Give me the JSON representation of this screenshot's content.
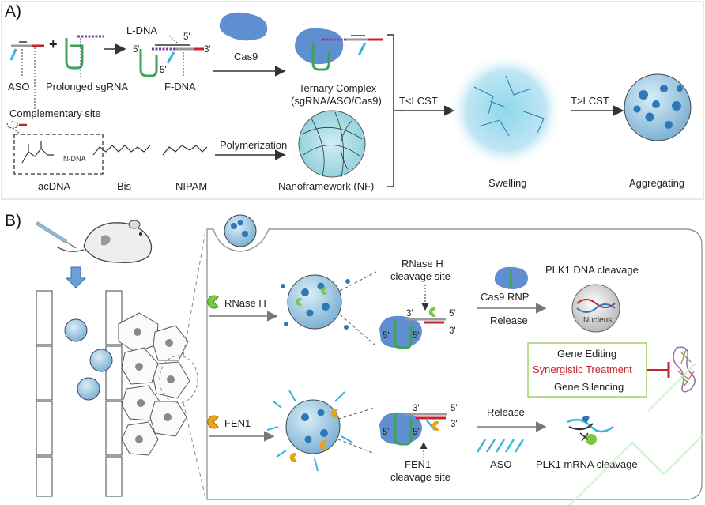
{
  "panel_a": {
    "label": "A)",
    "aso": "ASO",
    "plus": "+",
    "prolonged_sgrna": "Prolonged sgRNA",
    "complementary_site": "Complementary site",
    "l_dna": "L-DNA",
    "f_dna": "F-DNA",
    "five_prime": "5'",
    "three_prime": "3'",
    "cas9": "Cas9",
    "ternary_complex_line1": "Ternary Complex",
    "ternary_complex_line2": "(sgRNA/ASO/Cas9)",
    "acdna_inner": "N-DNA",
    "acdna": "acDNA",
    "bis": "Bis",
    "nipam": "NIPAM",
    "polymerization": "Polymerization",
    "nanoframework": "Nanoframework (NF)",
    "t_lower": "T<LCST",
    "t_higher": "T>LCST",
    "swelling": "Swelling",
    "aggregating": "Aggregating"
  },
  "panel_b": {
    "label": "B)",
    "rnase_h": "RNase H",
    "rnase_h_site_line1": "RNase H",
    "rnase_h_site_line2": "cleavage site",
    "cas9_rnp": "Cas9 RNP",
    "release": "Release",
    "plk1_dna": "PLK1 DNA cleavage",
    "nucleus": "Nucleus",
    "gene_editing": "Gene Editing",
    "synergistic": "Synergistic Treatment",
    "gene_silencing": "Gene Silencing",
    "fen1": "FEN1",
    "fen1_site_line1": "FEN1",
    "fen1_site_line2": "cleavage site",
    "aso": "ASO",
    "plk1_mrna": "PLK1 mRNA cleavage",
    "five_prime": "5'",
    "three_prime": "3'"
  },
  "colors": {
    "green": "#3aa655",
    "purple": "#7b3fa0",
    "blue": "#2e78b8",
    "cyan": "#3cb4d8",
    "red": "#c8232c",
    "cas9": "#5f8fd0",
    "fen1": "#e9a318",
    "rnase": "#7ac943"
  }
}
